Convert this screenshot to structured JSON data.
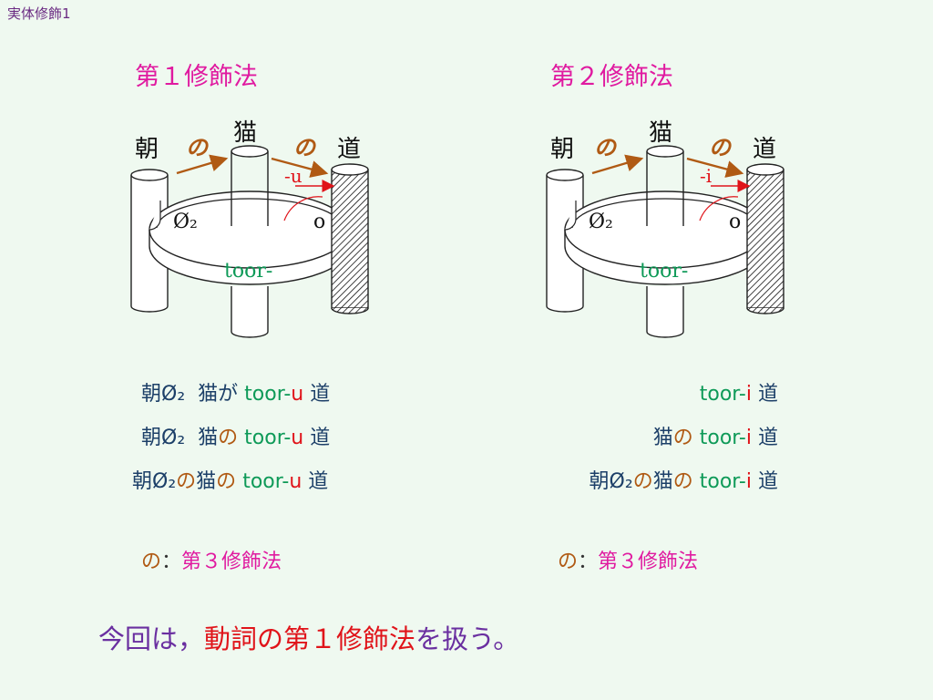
{
  "slide_label": "実体修飾1",
  "left": {
    "title": "第１修飾法",
    "diagram": {
      "morning": "朝",
      "cat": "猫",
      "road": "道",
      "no1": "の",
      "no2": "の",
      "suffix": "-u",
      "zero": "Ø₂",
      "o": "o",
      "stem": "toor-"
    },
    "lines": [
      {
        "a": "朝Ø₂",
        "sp": "  ",
        "b": "猫",
        "p": "が",
        "stem": "toor-",
        "suf": "u",
        "noun": "道"
      },
      {
        "a": "朝Ø₂",
        "sp": "  ",
        "b": "猫",
        "p": "の",
        "stem": "toor-",
        "suf": "u",
        "noun": "道"
      },
      {
        "a": "朝Ø₂",
        "p0": "の",
        "b": "猫",
        "p": "の",
        "stem": "toor-",
        "suf": "u",
        "noun": "道"
      }
    ],
    "note": {
      "no": "の",
      "colon": "：",
      "label": "第３修飾法"
    }
  },
  "right": {
    "title": "第２修飾法",
    "diagram": {
      "morning": "朝",
      "cat": "猫",
      "road": "道",
      "no1": "の",
      "no2": "の",
      "suffix": "-i",
      "zero": "Ø₂",
      "o": "o",
      "stem": "toor-"
    },
    "lines": [
      {
        "stem": "toor-",
        "suf": "i",
        "noun": "道"
      },
      {
        "b": "猫",
        "p": "の",
        "stem": "toor-",
        "suf": "i",
        "noun": "道"
      },
      {
        "a": "朝Ø₂",
        "p0": "の",
        "b": "猫",
        "p": "の",
        "stem": "toor-",
        "suf": "i",
        "noun": "道"
      }
    ],
    "note": {
      "no": "の",
      "colon": "：",
      "label": "第３修飾法"
    }
  },
  "bottom": {
    "part1": "今回は，",
    "part2": "動詞の第１修飾法",
    "part3": "を扱う。"
  },
  "colors": {
    "background": "#eff9f0",
    "title": "#e01aa0",
    "text": "#1c3f68",
    "stem": "#0e9a58",
    "suffix": "#e0141a",
    "particle": "#b05a14",
    "bottom": "#6a2fa0"
  }
}
